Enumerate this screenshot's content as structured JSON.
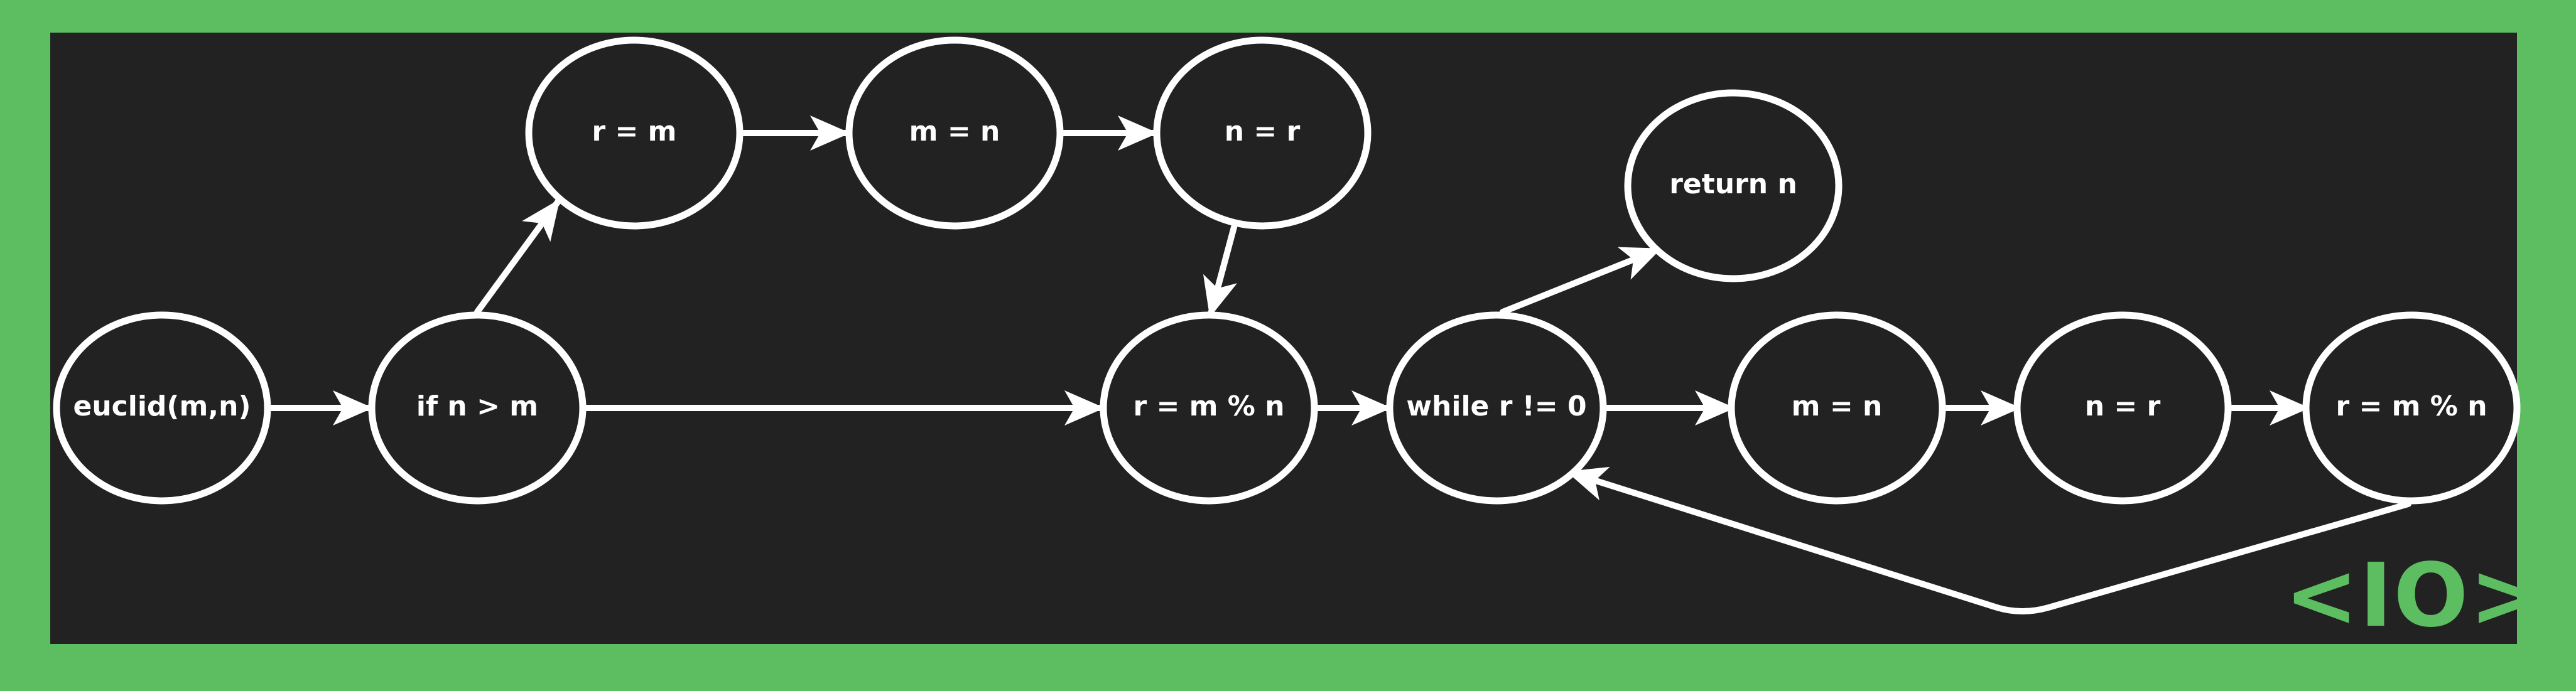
{
  "colors": {
    "frame": "#5dbd61",
    "background": "#222222",
    "stroke": "#ffffff",
    "logo": "#5dbd61"
  },
  "nodes": {
    "euclid": "euclid(m,n)",
    "if_gt": "if n > m",
    "swap_r_m": "r = m",
    "swap_m_n": "m = n",
    "swap_n_r": "n = r",
    "init_mod": "r = m % n",
    "while_loop": "while r != 0",
    "return_n": "return n",
    "loop_m_n": "m = n",
    "loop_n_r": "n = r",
    "loop_mod": "r = m % n"
  },
  "logo": {
    "text": "<IO>"
  }
}
